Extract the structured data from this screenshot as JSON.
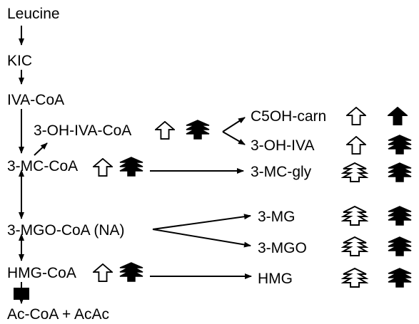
{
  "labels": {
    "leucine": "Leucine",
    "kic": "KIC",
    "iva_coa": "IVA-CoA",
    "oh_iva_coa": "3-OH-IVA-CoA",
    "mc_coa": "3-MC-CoA",
    "mgo_coa": "3-MGO-CoA (NA)",
    "hmg_coa": "HMG-CoA",
    "ac_coa": "Ac-CoA + AcAc",
    "c5oh_carn": "C5OH-carn",
    "oh_iva": "3-OH-IVA",
    "mc_gly": "3-MC-gly",
    "mg": "3-MG",
    "mgo": "3-MGO",
    "hmg": "HMG"
  },
  "legend_meaning": {
    "open_arrow": "single open arrow",
    "filled_arrow": "single filled arrow",
    "open_triple_arrow": "triple open chevron arrow",
    "filled_triple_arrow": "triple filled chevron arrow",
    "filled_square": "blocked step"
  },
  "colors": {
    "ink": "#000000",
    "background": "#ffffff"
  }
}
